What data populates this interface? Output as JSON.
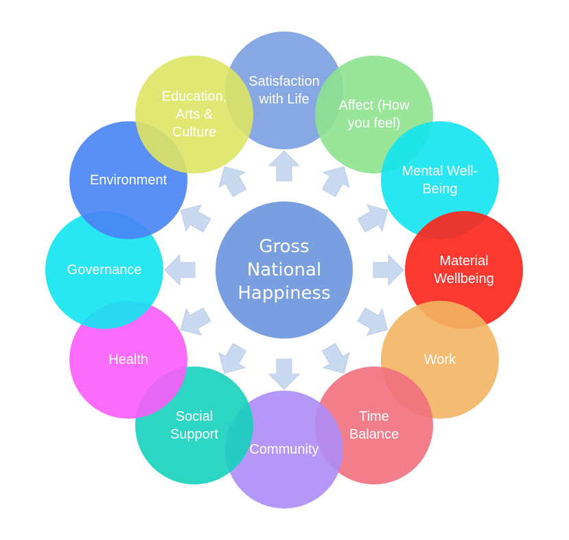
{
  "hub": {
    "lines": [
      "Gross",
      "National",
      "Happiness"
    ],
    "color": "#7a9fe0"
  },
  "arrow_color": "#c9d9f0",
  "nodes": [
    {
      "key": "satisfaction-with-life",
      "lines": [
        "Satisfaction",
        "with Life"
      ],
      "color": "#7a9fe0"
    },
    {
      "key": "affect",
      "lines": [
        "Affect (How",
        "you feel)"
      ],
      "color": "#8ee28f"
    },
    {
      "key": "mental-well-being",
      "lines": [
        "Mental Well-",
        "Being"
      ],
      "color": "#12e4f0"
    },
    {
      "key": "material-wellbeing",
      "lines": [
        "Material",
        "Wellbeing"
      ],
      "color": "#fc2419"
    },
    {
      "key": "work",
      "lines": [
        "Work"
      ],
      "color": "#f2b563"
    },
    {
      "key": "time-balance",
      "lines": [
        "Time",
        "Balance"
      ],
      "color": "#f0707d"
    },
    {
      "key": "community",
      "lines": [
        "Community"
      ],
      "color": "#ad8cf7"
    },
    {
      "key": "social-support",
      "lines": [
        "Social",
        "Support"
      ],
      "color": "#16d0bd"
    },
    {
      "key": "health",
      "lines": [
        "Health"
      ],
      "color": "#fc5cf9"
    },
    {
      "key": "governance",
      "lines": [
        "Governance"
      ],
      "color": "#12e4f0"
    },
    {
      "key": "environment",
      "lines": [
        "Environment"
      ],
      "color": "#4883f5"
    },
    {
      "key": "education-arts-culture",
      "lines": [
        "Education,",
        "Arts &",
        "Culture"
      ],
      "color": "#dde464"
    }
  ]
}
